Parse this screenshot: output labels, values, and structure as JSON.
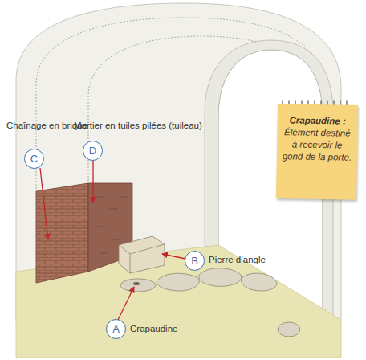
{
  "diagram": {
    "nodes": [
      {
        "text": [
          "Crapaudine :",
          "Élément destiné à recevoir le gond de la porte."
        ]
      },
      {
        "text": [
          "C"
        ]
      },
      {
        "text": [
          "D"
        ]
      },
      {
        "text": [
          "B"
        ]
      },
      {
        "text": [
          "A"
        ]
      }
    ],
    "labels": [
      "Chaînage en brique",
      "Mortier en tuiles pilées (tuileau)",
      "Pierre d’angle",
      "Crapaudine"
    ]
  }
}
